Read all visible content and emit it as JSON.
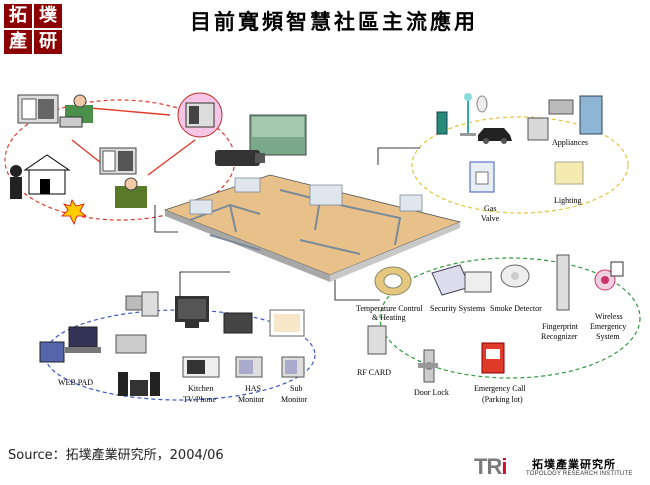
{
  "page": {
    "title": "目前寬頻智慧社區主流應用",
    "logo": {
      "chars": [
        "拓",
        "墣",
        "產",
        "研"
      ],
      "color": "#8b0000"
    },
    "source": "Source：拓墣產業研究所，2004/06"
  },
  "diagram": {
    "appliances_group": {
      "appliances": "Appliances",
      "gas_valve_line1": "Gas",
      "gas_valve_line2": "Valve",
      "lighting": "Lighting"
    },
    "security_group": {
      "temperature_line1": "Temperature Control",
      "temperature_line2": "& Heating",
      "security_systems": "Security Systems",
      "smoke_detector": "Smoke Detector",
      "fingerprint_line1": "Fingerprint",
      "fingerprint_line2": "Recognizer",
      "wireless_line1": "Wireless",
      "wireless_line2": "Emergency",
      "wireless_line3": "System",
      "rf_card": "RF CARD",
      "door_lock": "Door Lock",
      "emergency_line1": "Emergency Call",
      "emergency_line2": "(Parking lot)"
    },
    "av_group": {
      "web_pad": "WEB PAD",
      "kitchen_line1": "Kitchen",
      "kitchen_line2": "TV/Phone",
      "has_line1": "HAS",
      "has_line2": "Monitor",
      "sub_line1": "Sub",
      "sub_line2": "Monitor"
    },
    "colors": {
      "dashed_red": "#e03a2a",
      "dashed_yellow": "#e8c23a",
      "dashed_green": "#2e9b3a",
      "dashed_blue": "#3a5bbf",
      "floor": "#e8c08a",
      "wall": "#dfe6ee"
    }
  },
  "brand": {
    "tri_prefix": "TR",
    "tri_suffix": "i",
    "cn": "拓墣產業研究所",
    "en": "TOPOLOGY RESEARCH INSTITUTE"
  }
}
